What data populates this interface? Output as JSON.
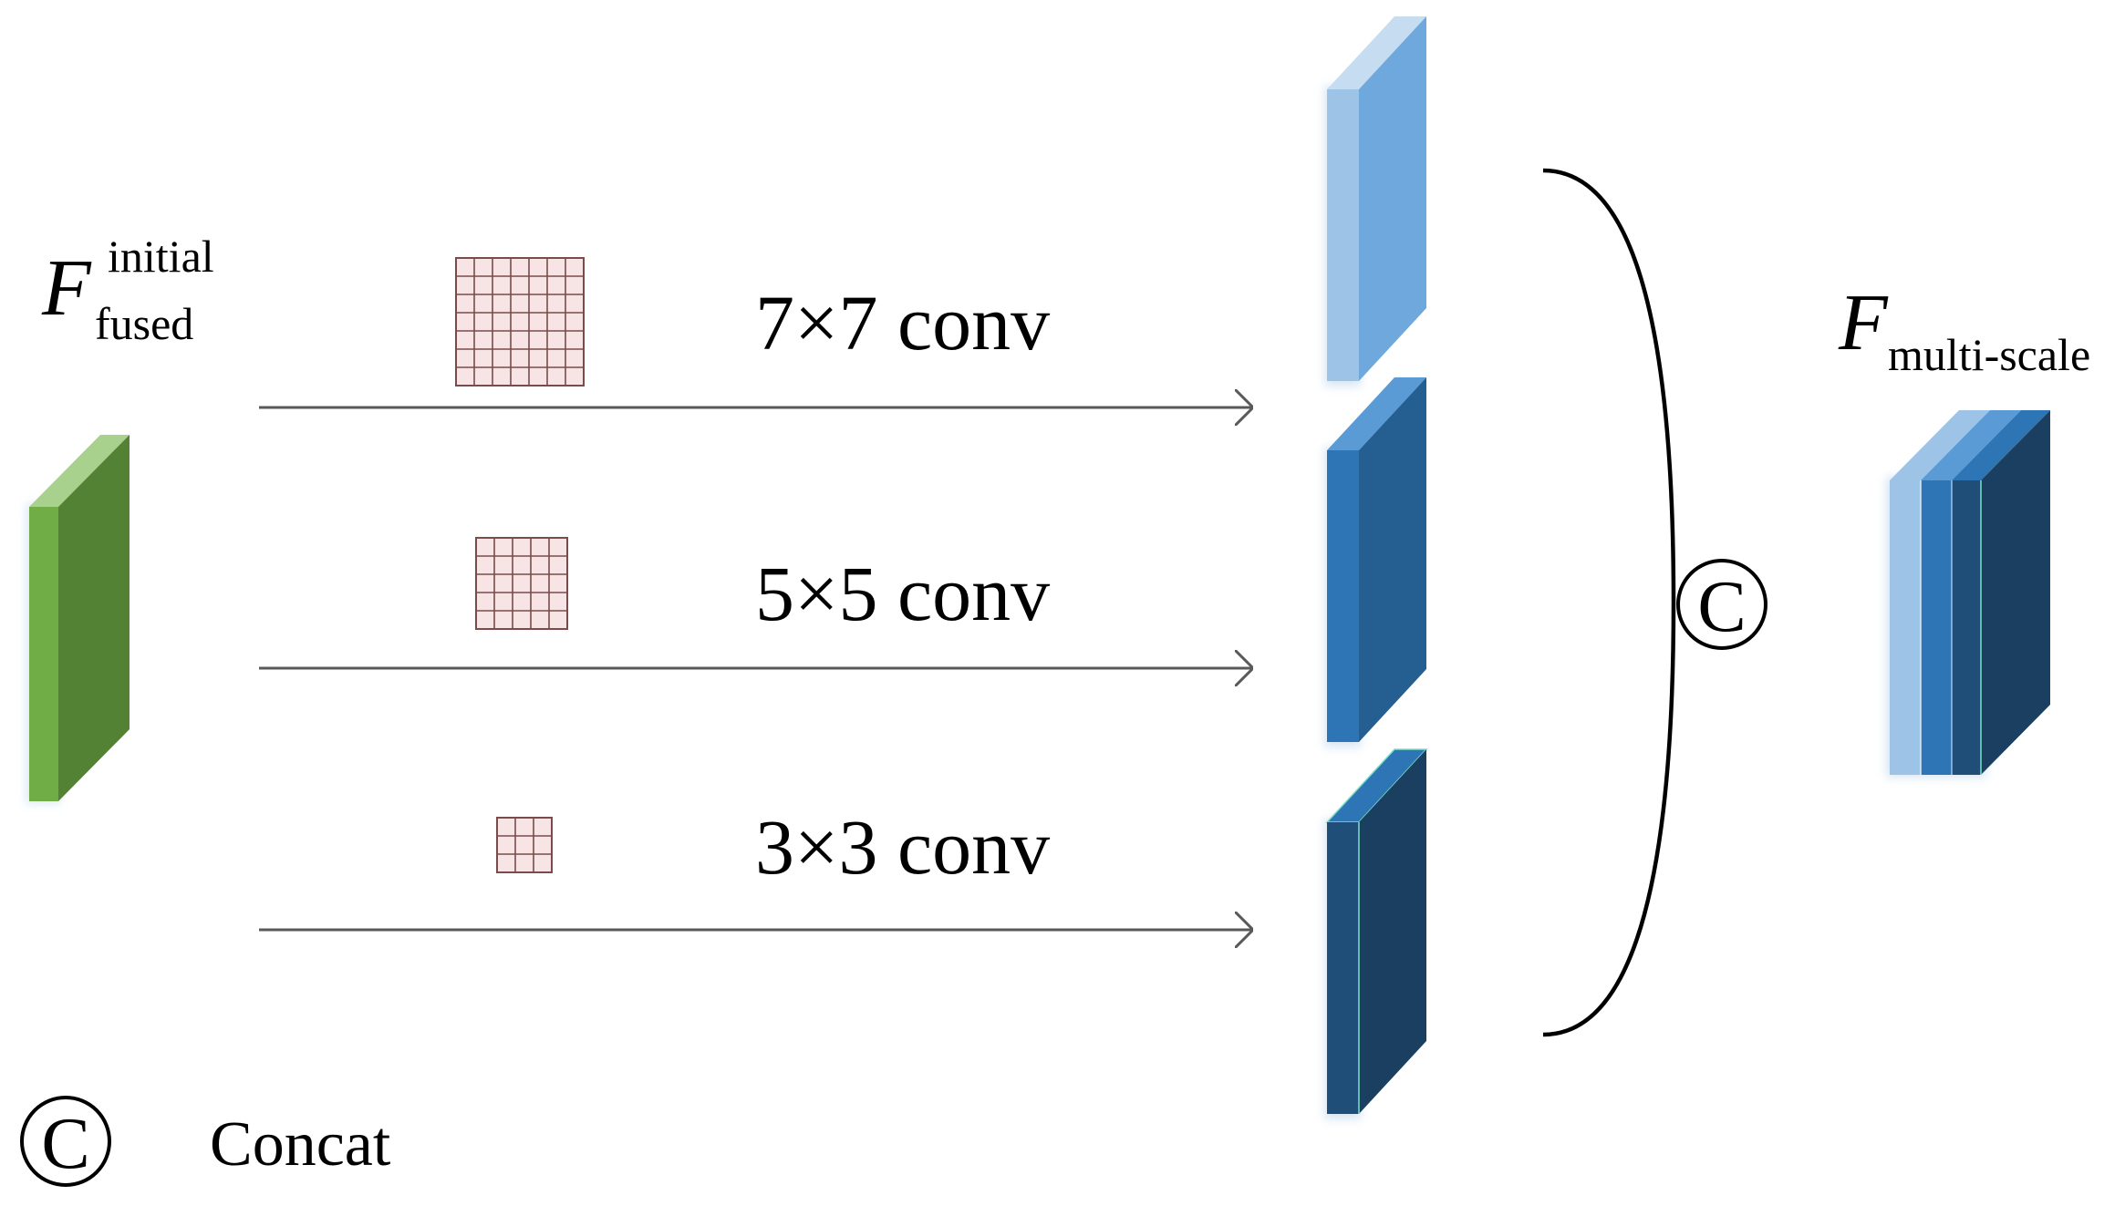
{
  "input": {
    "symbol": "F",
    "superscript": "initial",
    "subscript": "fused"
  },
  "branches": [
    {
      "label": "7×7 conv",
      "kernel": 7
    },
    {
      "label": "5×5 conv",
      "kernel": 5
    },
    {
      "label": "3×3 conv",
      "kernel": 3
    }
  ],
  "concat": {
    "symbol": "C",
    "legend_label": "Concat"
  },
  "output": {
    "symbol": "F",
    "subscript": "multi-scale"
  },
  "colors": {
    "input_front": "#70AD47",
    "input_side": "#548235",
    "input_top": "#A9D18E",
    "kernel_fill": "#F7E4E4",
    "kernel_grid": "#7A4B4B",
    "block_light_front": "#9DC3E6",
    "block_light_side": "#6FA8DC",
    "block_mid_front": "#2E75B6",
    "block_mid_side": "#255E91",
    "block_dark_front": "#1F4E79",
    "block_dark_side": "#1A3F61",
    "arrow": "#595959",
    "glow": "#BDD7EE"
  }
}
